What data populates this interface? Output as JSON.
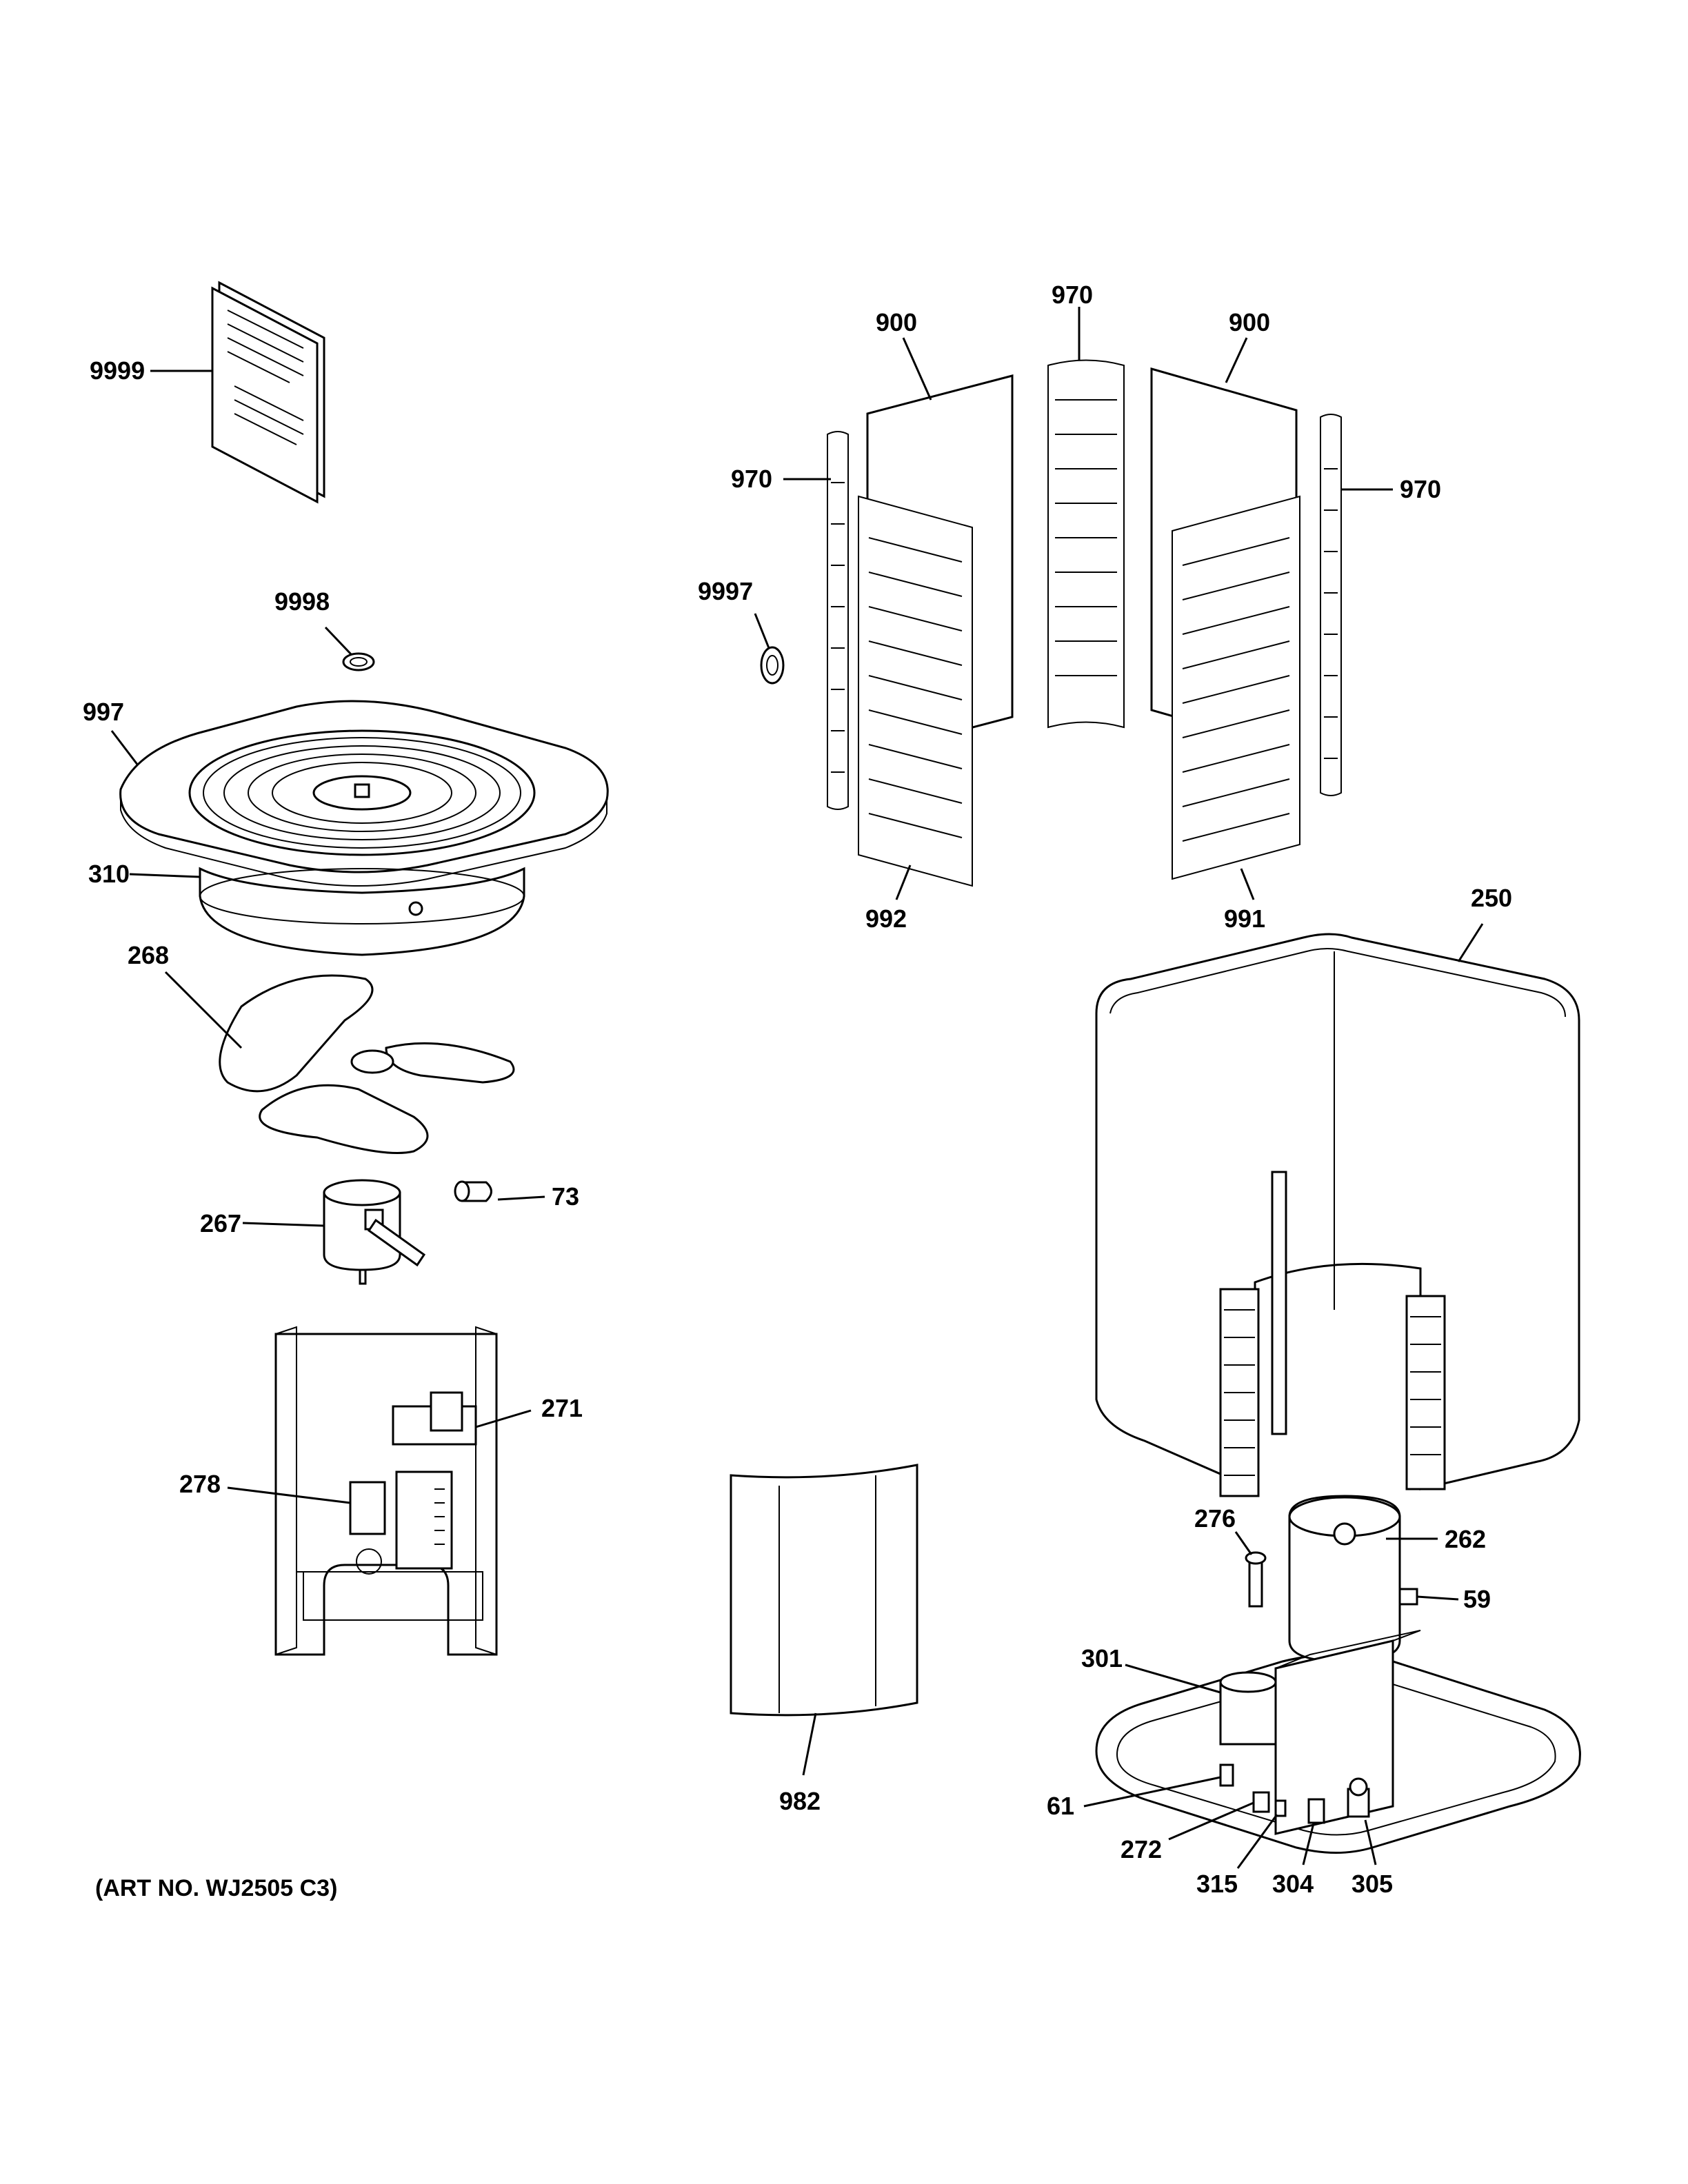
{
  "labels": {
    "p9999": "9999",
    "p9998": "9998",
    "p997": "997",
    "p310": "310",
    "p268": "268",
    "p267": "267",
    "p73": "73",
    "p271": "271",
    "p278": "278",
    "p900a": "900",
    "p970top": "970",
    "p900b": "900",
    "p970left": "970",
    "p970right": "970",
    "p9997": "9997",
    "p992": "992",
    "p991": "991",
    "p250": "250",
    "p276": "276",
    "p262": "262",
    "p59": "59",
    "p301": "301",
    "p61": "61",
    "p272": "272",
    "p315": "315",
    "p304": "304",
    "p305": "305",
    "p982": "982"
  },
  "art_number": "(ART NO. WJ2505 C3)"
}
